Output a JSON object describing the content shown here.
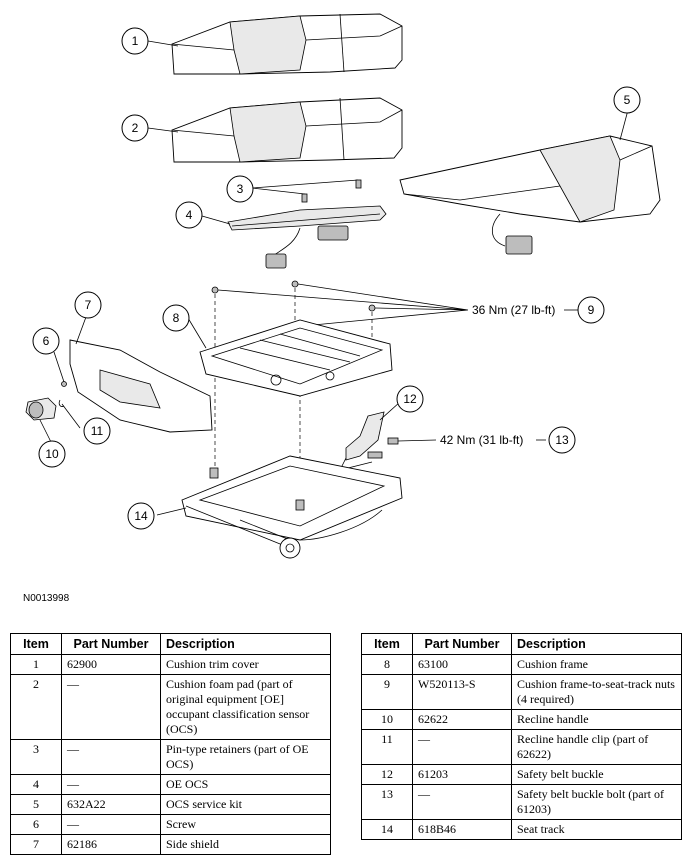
{
  "callouts": [
    "1",
    "2",
    "3",
    "4",
    "5",
    "6",
    "7",
    "8",
    "9",
    "10",
    "11",
    "12",
    "13",
    "14"
  ],
  "torque": {
    "nuts_label": "36 Nm (27 lb-ft)",
    "bolt_label": "42 Nm (31 lb-ft)"
  },
  "figure_id": "N0013998",
  "table_headers": {
    "item": "Item",
    "part_number": "Part Number",
    "description": "Description"
  },
  "parts_left": [
    {
      "item": "1",
      "part_number": "62900",
      "description": "Cushion trim cover"
    },
    {
      "item": "2",
      "part_number": "—",
      "description": "Cushion foam pad (part of original equipment [OE] occupant classification sensor (OCS)"
    },
    {
      "item": "3",
      "part_number": "—",
      "description": "Pin-type retainers (part of OE OCS)"
    },
    {
      "item": "4",
      "part_number": "—",
      "description": "OE OCS"
    },
    {
      "item": "5",
      "part_number": "632A22",
      "description": "OCS service kit"
    },
    {
      "item": "6",
      "part_number": "—",
      "description": "Screw"
    },
    {
      "item": "7",
      "part_number": "62186",
      "description": "Side shield"
    }
  ],
  "parts_right": [
    {
      "item": "8",
      "part_number": "63100",
      "description": "Cushion frame"
    },
    {
      "item": "9",
      "part_number": "W520113-S",
      "description": "Cushion frame-to-seat-track nuts (4 required)"
    },
    {
      "item": "10",
      "part_number": "62622",
      "description": "Recline handle"
    },
    {
      "item": "11",
      "part_number": "—",
      "description": "Recline handle clip (part of 62622)"
    },
    {
      "item": "12",
      "part_number": "61203",
      "description": "Safety belt buckle"
    },
    {
      "item": "13",
      "part_number": "—",
      "description": "Safety belt buckle bolt (part of 61203)"
    },
    {
      "item": "14",
      "part_number": "618B46",
      "description": "Seat track"
    }
  ]
}
